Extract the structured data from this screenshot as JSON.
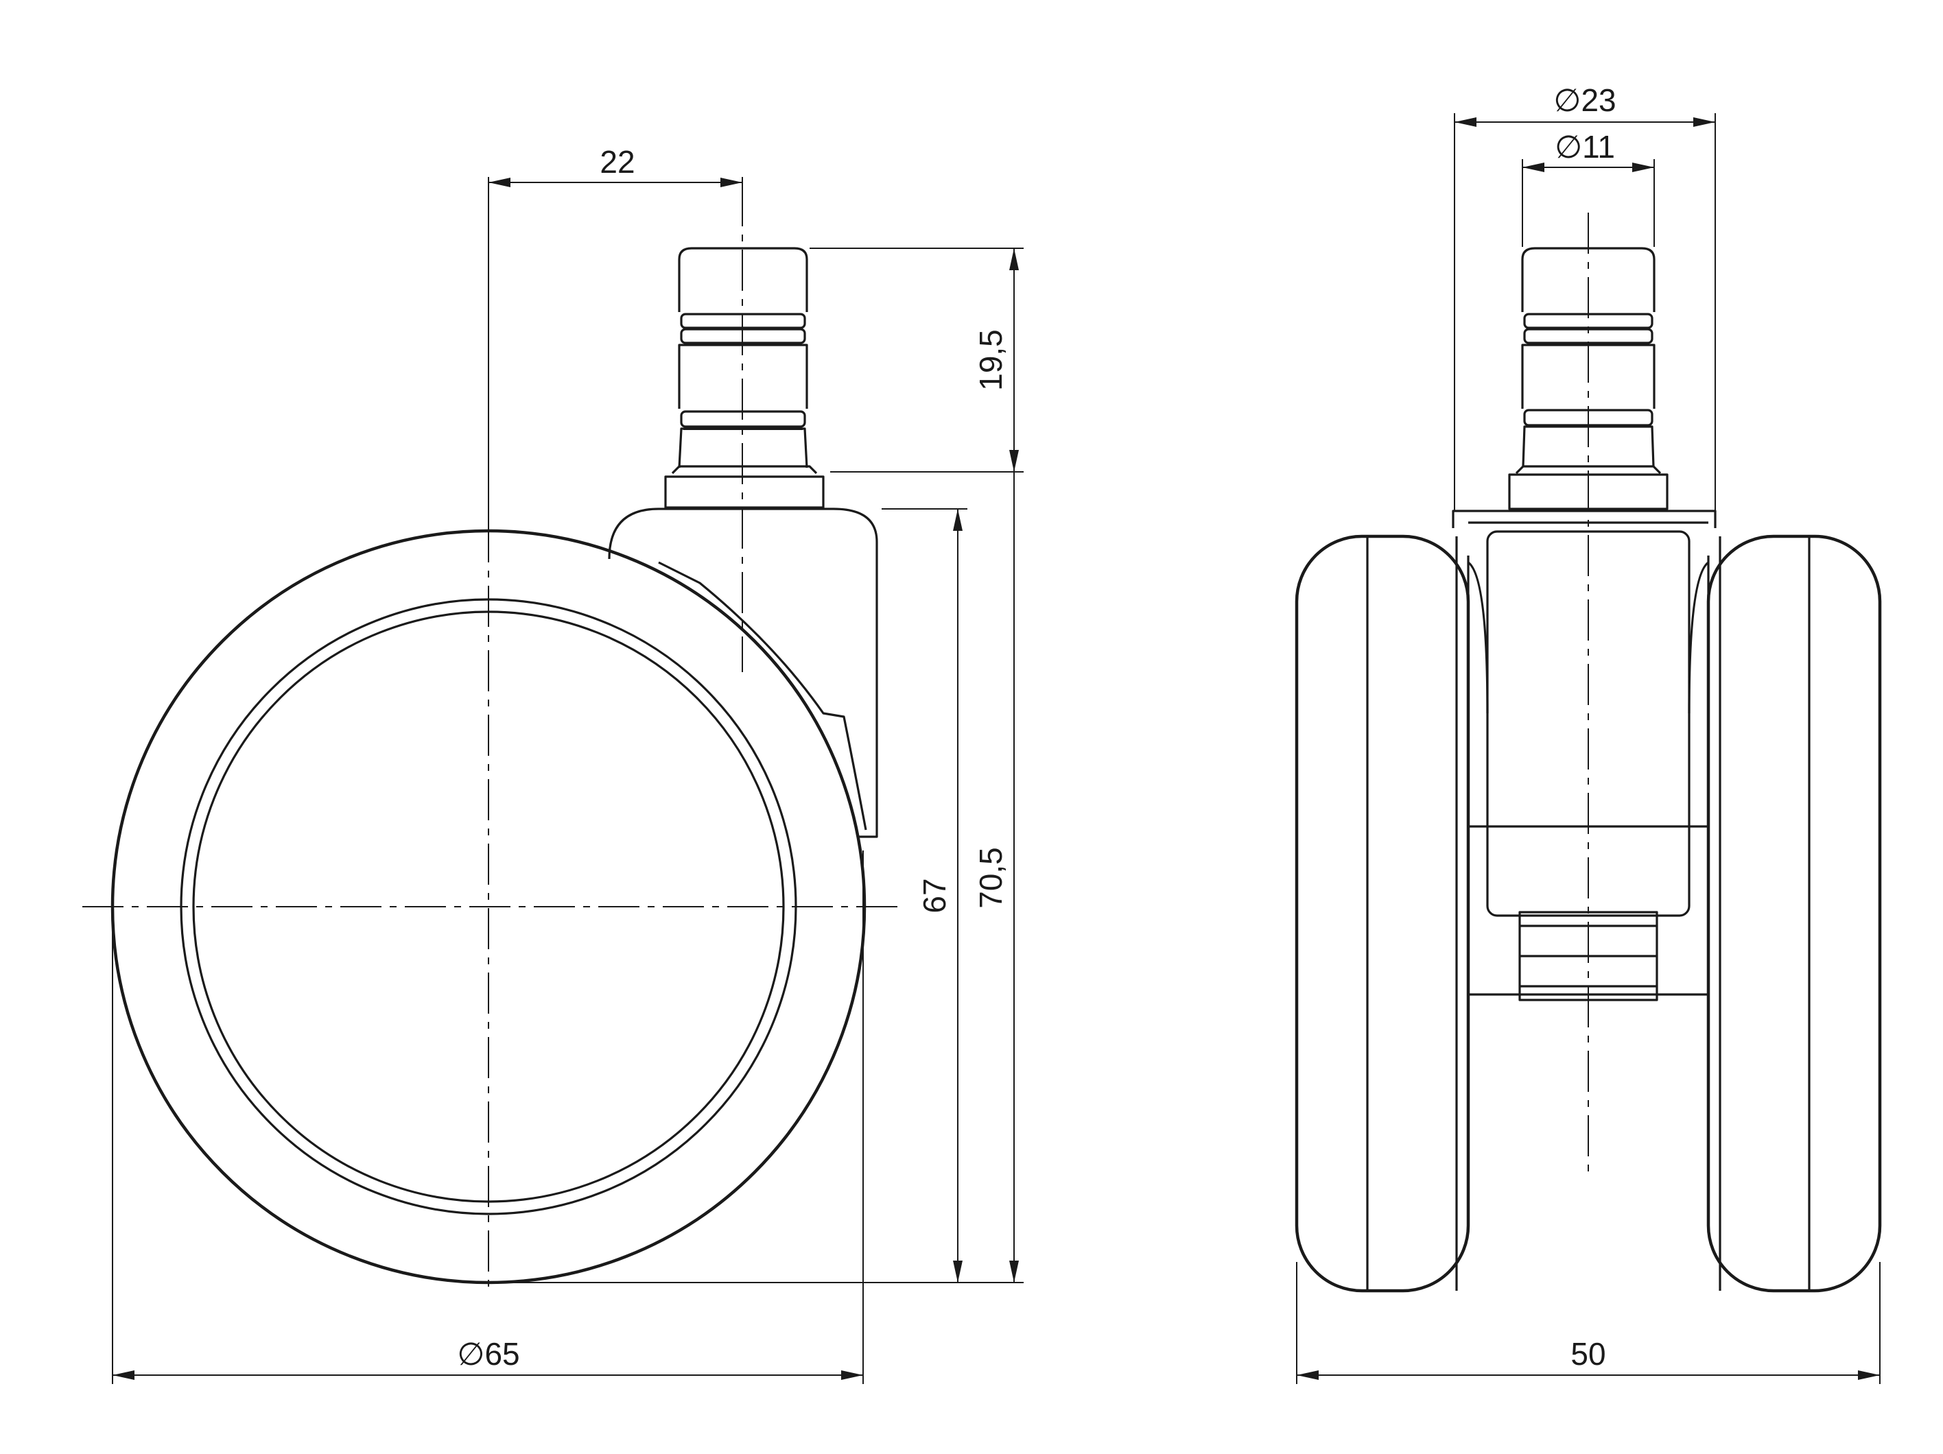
{
  "drawing": {
    "colors": {
      "line": "#1a1a1a",
      "background": "#ffffff"
    },
    "dimensions": {
      "stem_offset": "22",
      "stem_height": "19,5",
      "wheel_diameter": "65",
      "height_to_plate": "67",
      "overall_height": "70,5",
      "outer_stem_diameter": "23",
      "inner_stem_diameter": "11",
      "overall_width": "50"
    },
    "symbols": {
      "diameter": "∅"
    }
  }
}
